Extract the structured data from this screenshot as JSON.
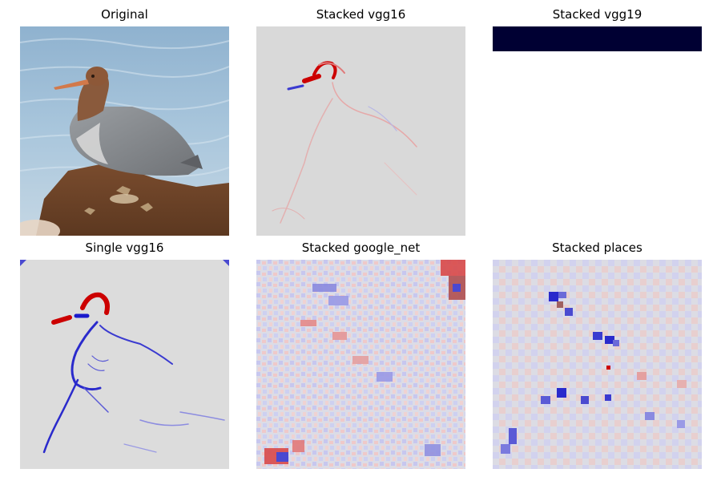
{
  "panels": [
    {
      "title": "Original",
      "image": "photo-merganser-duck-on-rock"
    },
    {
      "title": "Stacked vgg16",
      "image": "saliency-map-red-blue"
    },
    {
      "title": "Stacked vgg19",
      "image": "dark-navy-strip"
    },
    {
      "title": "Single vgg16",
      "image": "saliency-map-red-blue"
    },
    {
      "title": "Stacked google_net",
      "image": "noisy-saliency-map"
    },
    {
      "title": "Stacked places",
      "image": "blocky-saliency-map"
    }
  ],
  "colors": {
    "map_background": "#d9d9d9",
    "positive": "#cc0000",
    "negative": "#1a1acc",
    "vgg19_strip": "#000033"
  }
}
